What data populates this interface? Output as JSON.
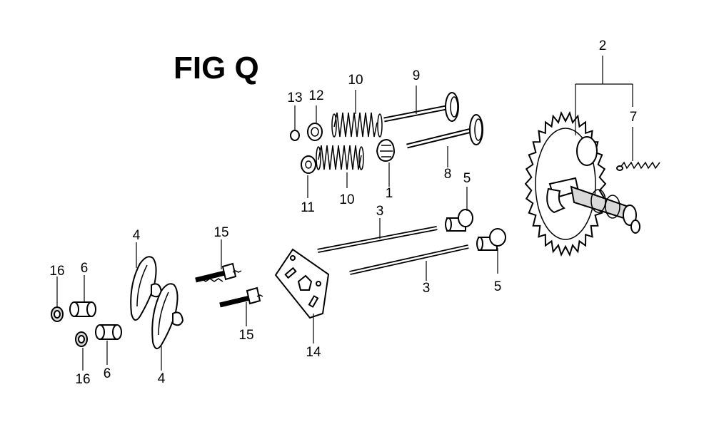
{
  "figure": {
    "title": "FIG Q"
  },
  "callouts": {
    "c1": "1",
    "c2": "2",
    "c3a": "3",
    "c3b": "3",
    "c4a": "4",
    "c4b": "4",
    "c5a": "5",
    "c5b": "5",
    "c6a": "6",
    "c6b": "6",
    "c7": "7",
    "c8": "8",
    "c9": "9",
    "c10a": "10",
    "c10b": "10",
    "c11": "11",
    "c12": "12",
    "c13": "13",
    "c14": "14",
    "c15a": "15",
    "c15b": "15",
    "c16a": "16",
    "c16b": "16"
  }
}
